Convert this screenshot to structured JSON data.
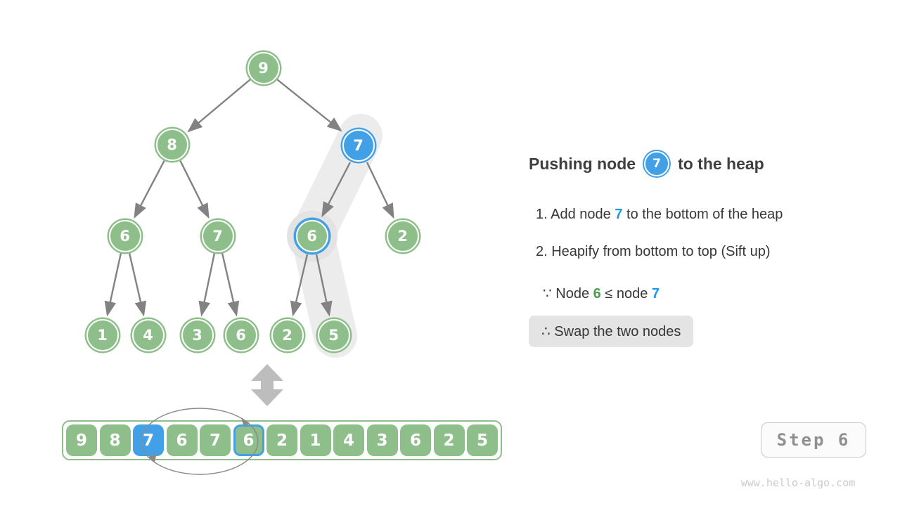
{
  "panel": {
    "title_prefix": "Pushing node",
    "title_node": "7",
    "title_suffix": "to the heap",
    "step1_prefix": "1. Add node ",
    "step1_node": "7",
    "step1_suffix": " to the bottom of the heap",
    "step2": "2. Heapify from bottom to top (Sift up)",
    "because_prefix": "∵ Node ",
    "because_green": "6",
    "because_mid": " ≤ node ",
    "because_blue": "7",
    "therefore": "∴ Swap the two nodes"
  },
  "tree": {
    "nodes": [
      {
        "value": "9",
        "state": "green"
      },
      {
        "value": "8",
        "state": "green"
      },
      {
        "value": "7",
        "state": "blue"
      },
      {
        "value": "6",
        "state": "green"
      },
      {
        "value": "7",
        "state": "green"
      },
      {
        "value": "6",
        "state": "ringed"
      },
      {
        "value": "2",
        "state": "green"
      },
      {
        "value": "1",
        "state": "green"
      },
      {
        "value": "4",
        "state": "green"
      },
      {
        "value": "3",
        "state": "green"
      },
      {
        "value": "6",
        "state": "green"
      },
      {
        "value": "2",
        "state": "green"
      },
      {
        "value": "5",
        "state": "green"
      }
    ]
  },
  "array": {
    "cells": [
      {
        "value": "9",
        "state": "normal"
      },
      {
        "value": "8",
        "state": "normal"
      },
      {
        "value": "7",
        "state": "active"
      },
      {
        "value": "6",
        "state": "normal"
      },
      {
        "value": "7",
        "state": "normal"
      },
      {
        "value": "6",
        "state": "target"
      },
      {
        "value": "2",
        "state": "normal"
      },
      {
        "value": "1",
        "state": "normal"
      },
      {
        "value": "4",
        "state": "normal"
      },
      {
        "value": "3",
        "state": "normal"
      },
      {
        "value": "6",
        "state": "normal"
      },
      {
        "value": "2",
        "state": "normal"
      },
      {
        "value": "5",
        "state": "normal"
      }
    ]
  },
  "step_button": "Step 6",
  "footer": "www.hello-algo.com",
  "colors": {
    "node_green": "#8EBF8A",
    "node_blue": "#42A1E6",
    "text_green": "#4C9B4F",
    "text_blue": "#2196E3",
    "edge_gray": "#828282",
    "highlight_band": "#ECECEC"
  }
}
